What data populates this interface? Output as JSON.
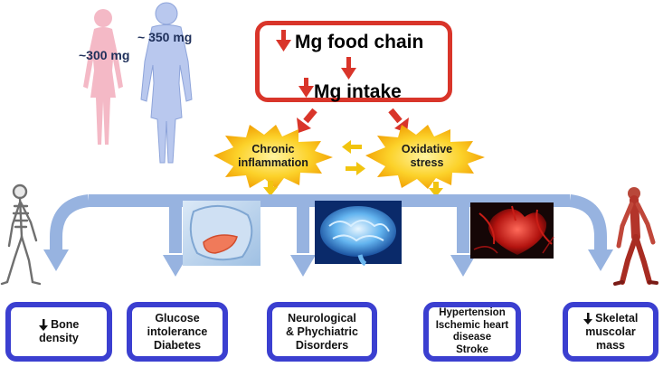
{
  "body_doses": {
    "female": "~300 mg",
    "male": "~ 350 mg"
  },
  "intake_box": {
    "food_chain": "Mg food chain",
    "intake": "Mg intake"
  },
  "mechanisms": [
    {
      "lines": [
        "Chronic",
        "inflammation"
      ]
    },
    {
      "lines": [
        "Oxidative",
        "stress"
      ]
    }
  ],
  "outcomes": [
    {
      "lines": [
        "Bone",
        "density"
      ],
      "down_arrow": true
    },
    {
      "lines": [
        "Glucose",
        "intolerance",
        "Diabetes"
      ],
      "down_arrow": false
    },
    {
      "lines": [
        "Neurological",
        "& Phychiatric",
        "Disorders"
      ],
      "down_arrow": false
    },
    {
      "lines": [
        "Hypertension",
        "Ischemic heart",
        "disease",
        "Stroke"
      ],
      "down_arrow": false
    },
    {
      "lines": [
        "Skeletal",
        "muscolar",
        "mass"
      ],
      "down_arrow": true
    }
  ],
  "images": [
    "skeleton-walking",
    "pancreas",
    "brain",
    "heart",
    "muscle-anatomy-figure"
  ],
  "colors": {
    "red": "#d9352a",
    "blue_branch": "#97b3e0",
    "outcome_border": "#3b3fd0",
    "star_fill": "#f8c100",
    "yellow_arrow": "#f1c40f",
    "female_fill": "#f4b9c6",
    "male_fill": "#b9c8ee"
  }
}
